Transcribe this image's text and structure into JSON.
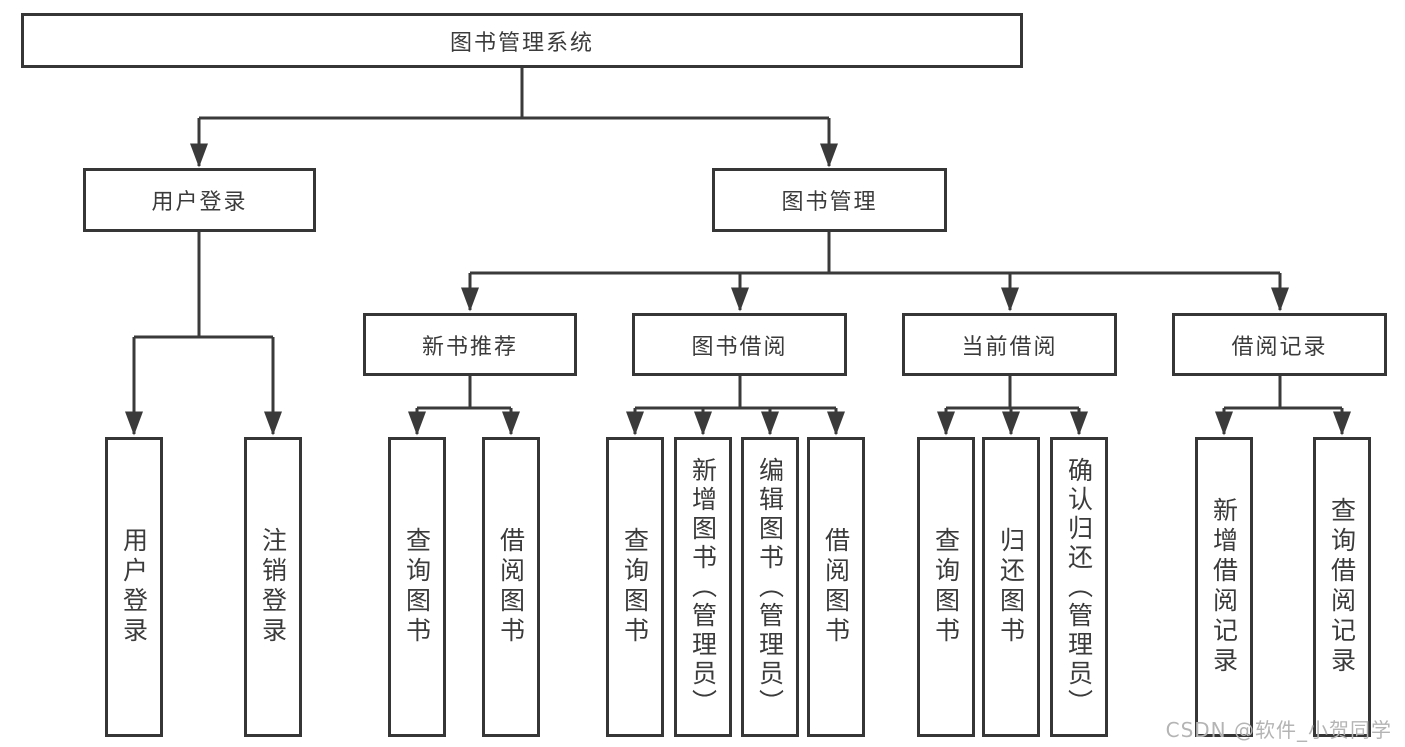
{
  "diagram": {
    "root_label": "图书管理系统",
    "user_login": {
      "label": "用户登录",
      "children": [
        "用户登录",
        "注销登录"
      ]
    },
    "book_management": {
      "label": "图书管理",
      "sections": [
        {
          "label": "新书推荐",
          "children": [
            "查询图书",
            "借阅图书"
          ]
        },
        {
          "label": "图书借阅",
          "children": [
            "查询图书",
            "新增图书（管理员）",
            "编辑图书（管理员）",
            "借阅图书"
          ]
        },
        {
          "label": "当前借阅",
          "children": [
            "查询图书",
            "归还图书",
            "确认归还（管理员）"
          ]
        },
        {
          "label": "借阅记录",
          "children": [
            "新增借阅记录",
            "查询借阅记录"
          ]
        }
      ]
    },
    "line_color": "#3a3a3a"
  },
  "watermark": "CSDN @软件_小贺同学"
}
